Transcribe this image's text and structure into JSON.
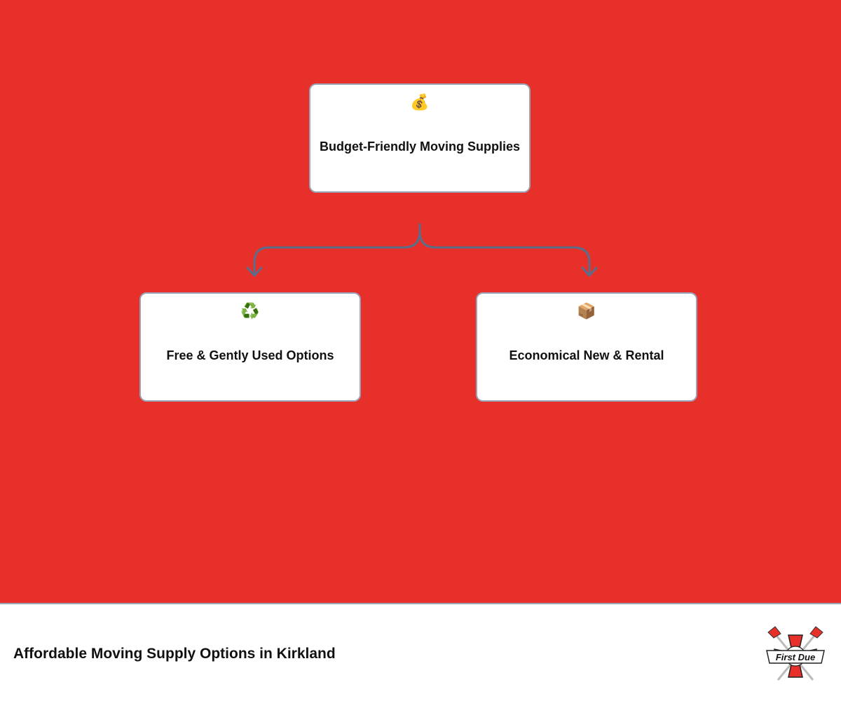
{
  "diagram": {
    "root": {
      "icon": "💰",
      "icon_name": "money-bag-icon",
      "label": "Budget-Friendly Moving Supplies"
    },
    "children": [
      {
        "icon": "♻️",
        "icon_name": "recycle-icon",
        "label": "Free & Gently Used Options"
      },
      {
        "icon": "📦",
        "icon_name": "package-icon",
        "label": "Economical New & Rental"
      }
    ]
  },
  "footer": {
    "title": "Affordable Moving Supply Options in Kirkland",
    "logo_text": "First Due"
  },
  "colors": {
    "background": "#e63029",
    "node_border": "#9aa3b5",
    "connector": "#5a6e8c"
  }
}
